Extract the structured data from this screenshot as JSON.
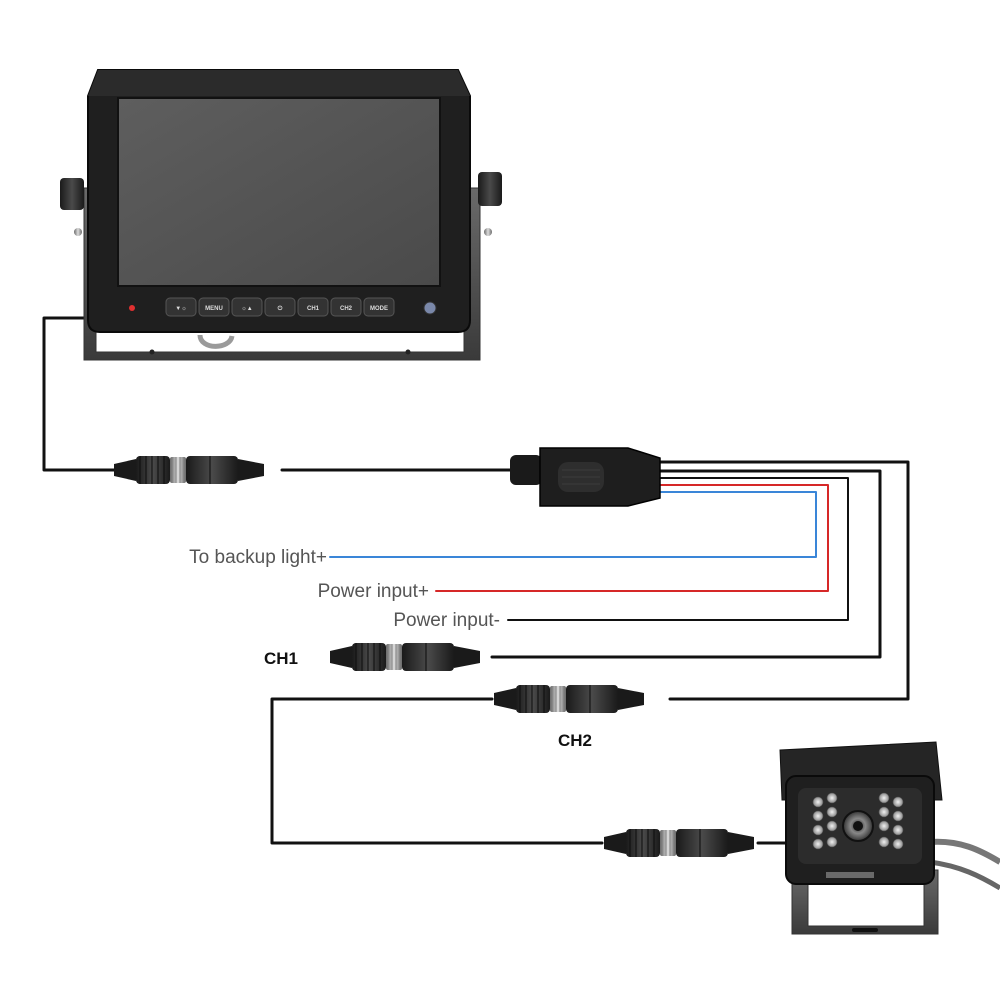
{
  "colors": {
    "background": "#ffffff",
    "wire_black": "#111111",
    "wire_blue": "#3a86d8",
    "wire_red": "#d62828",
    "device_body": "#2a2a2a",
    "screen": "#555555"
  },
  "monitor": {
    "buttons": [
      "▼☼",
      "MENU",
      "☼▲",
      "⏻",
      "CH1",
      "CH2",
      "MODE"
    ]
  },
  "wires": {
    "backup_light": "To backup light+",
    "power_positive": "Power input+",
    "power_negative": "Power input-"
  },
  "channels": {
    "ch1": "CH1",
    "ch2": "CH2"
  }
}
